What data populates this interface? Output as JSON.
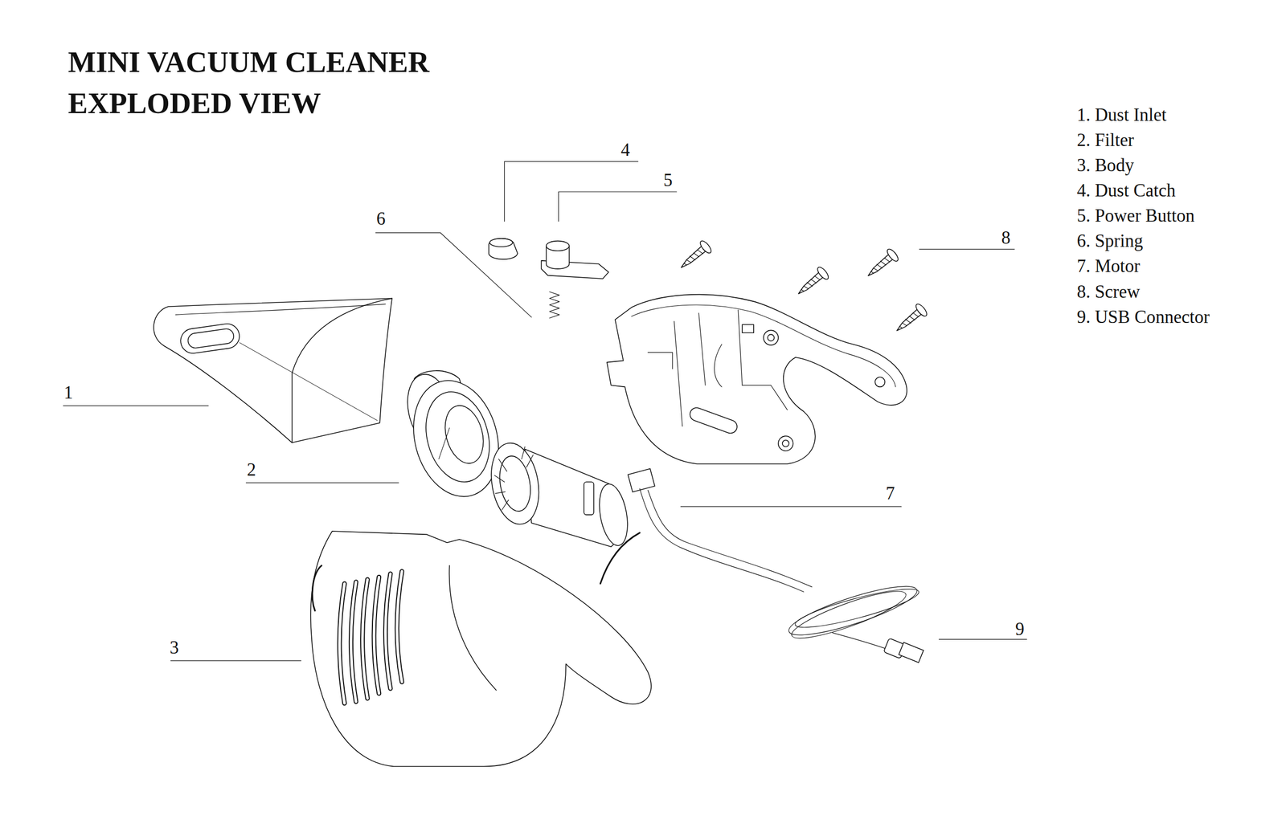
{
  "diagram": {
    "title": "MINI VACUUM CLEANER EXPLODED VIEW",
    "labels": [
      "4",
      "5",
      "6",
      "8",
      "1",
      "2",
      "7",
      "9",
      "3",
      "1. Dust Inlet",
      "2. Filter",
      "3. Body",
      "4. Dust Catch",
      "5. Power Button",
      "6. Spring",
      "7. Motor",
      "8. Screw",
      "9. USB Connector"
    ]
  }
}
